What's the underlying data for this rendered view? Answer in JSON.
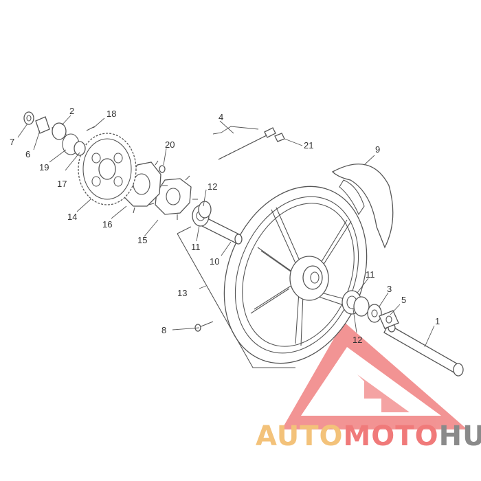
{
  "diagram": {
    "callouts": [
      {
        "id": "c1",
        "label": "1"
      },
      {
        "id": "c2",
        "label": "2"
      },
      {
        "id": "c3",
        "label": "3"
      },
      {
        "id": "c4",
        "label": "4"
      },
      {
        "id": "c5",
        "label": "5"
      },
      {
        "id": "c6",
        "label": "6"
      },
      {
        "id": "c7",
        "label": "7"
      },
      {
        "id": "c8",
        "label": "8"
      },
      {
        "id": "c9",
        "label": "9"
      },
      {
        "id": "c10",
        "label": "10"
      },
      {
        "id": "c11a",
        "label": "11"
      },
      {
        "id": "c11b",
        "label": "11"
      },
      {
        "id": "c12a",
        "label": "12"
      },
      {
        "id": "c12b",
        "label": "12"
      },
      {
        "id": "c13",
        "label": "13"
      },
      {
        "id": "c14",
        "label": "14"
      },
      {
        "id": "c15",
        "label": "15"
      },
      {
        "id": "c16",
        "label": "16"
      },
      {
        "id": "c17",
        "label": "17"
      },
      {
        "id": "c18",
        "label": "18"
      },
      {
        "id": "c19",
        "label": "19"
      },
      {
        "id": "c20",
        "label": "20"
      },
      {
        "id": "c21",
        "label": "21"
      }
    ]
  },
  "watermark": {
    "text_part1": "AUTO",
    "text_part2": "MOTO",
    "text_part3": "HUB",
    "color_part1": "#f3c27a",
    "color_part2": "#f07a7a",
    "color_part3": "#8a8a8a",
    "logo_color": "#ee7070"
  }
}
